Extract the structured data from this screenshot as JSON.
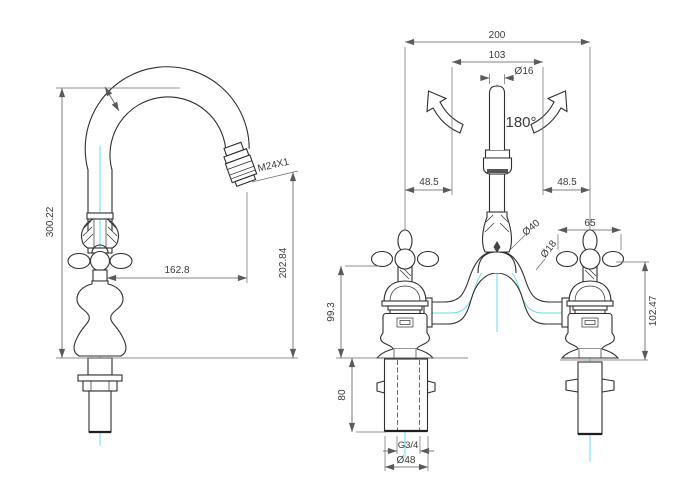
{
  "drawing": {
    "background": "#ffffff",
    "object_line_color": "#2f2f2f",
    "dimension_line_color": "#5a5a5a",
    "centerline_color": "#67dde8",
    "side_view": {
      "overall_height": "300.22",
      "spout_reach": "162.8",
      "spout_outlet_height": "202.84",
      "aerator_thread": "M24X1"
    },
    "front_view": {
      "overall_width": "200",
      "spout_span": "103",
      "spout_diameter": "Ø16",
      "swivel_angle": "180°",
      "offset_left": "48.5",
      "offset_right": "48.5",
      "handle_width": "65",
      "column_diameter": "Ø40",
      "bridge_tube_diameter": "Ø18",
      "body_height_left": "99.3",
      "body_height_right": "102.47",
      "tail_length": "80",
      "inlet_thread": "G3/4",
      "base_diameter": "Ø48"
    }
  }
}
